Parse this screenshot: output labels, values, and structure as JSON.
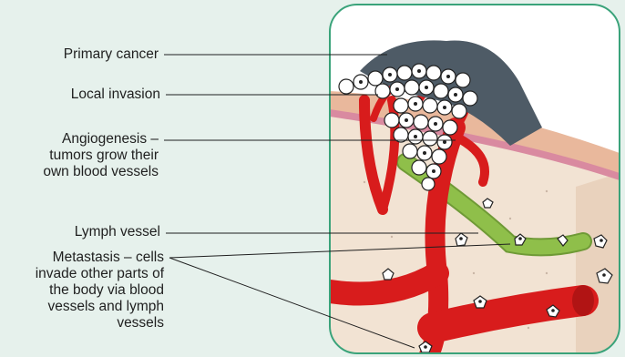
{
  "labels": {
    "primary": "Primary cancer",
    "local": "Local invasion",
    "angio_1": "Angiogenesis –",
    "angio_2": "tumors grow their",
    "angio_3": "own blood vessels",
    "lymph": "Lymph vessel",
    "meta_1": "Metastasis – cells",
    "meta_2": "invade other parts of",
    "meta_3": "the body via blood",
    "meta_4": "vessels and lymph",
    "meta_5": "vessels"
  },
  "colors": {
    "background": "#e6f1ec",
    "frame": "#3aa37a",
    "skin": "#e9b89c",
    "tissue": "#f2e3d3",
    "blood_vessel": "#d81c1c",
    "lymph_vessel": "#8fbf4a",
    "tumor_dark": "#4e5b66",
    "cell_white": "#ffffff"
  },
  "icons": [
    "tumor-cluster",
    "blood-vessel",
    "lymph-vessel",
    "cancer-cell"
  ]
}
